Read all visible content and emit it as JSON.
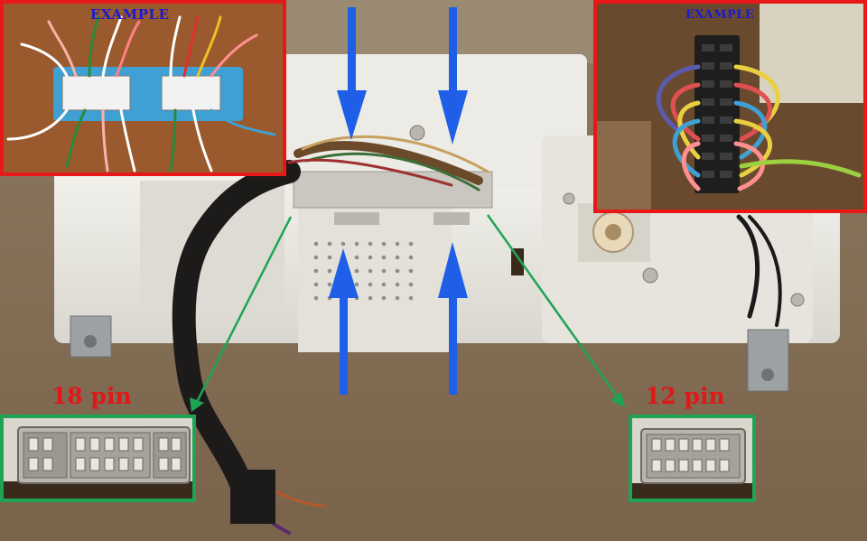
{
  "insets": {
    "top_left": {
      "label": "EXAMPLE",
      "border_color": "#e81818",
      "label_color": "#1a1ad0"
    },
    "top_right": {
      "label": "EXAMPLE",
      "border_color": "#e81818",
      "label_color": "#1a1ad0"
    },
    "bottom_left": {
      "border_color": "#1fa455"
    },
    "bottom_right": {
      "border_color": "#1fa455"
    }
  },
  "connector_labels": {
    "left": "18 pin",
    "right": "12 pin",
    "color": "#e01818"
  },
  "arrows": {
    "pointer_color": "#1f5fe8",
    "leader_color": "#1fa455"
  },
  "icons": [
    "down-arrow-icon",
    "up-arrow-icon"
  ]
}
